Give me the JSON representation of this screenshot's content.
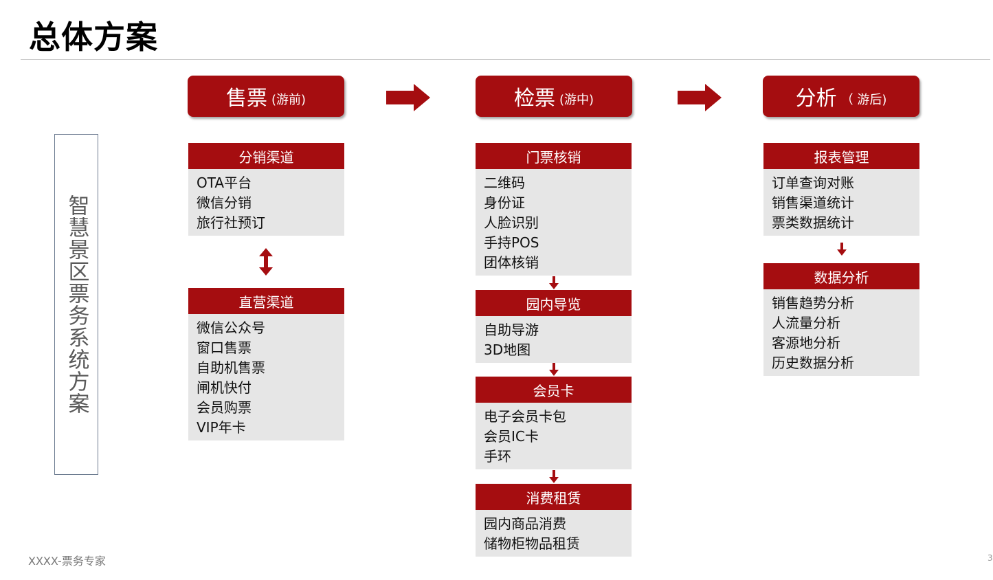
{
  "title": "总体方案",
  "side_label": "智慧景区票务系统方案",
  "stages": [
    {
      "main": "售票",
      "sub": "(游前)"
    },
    {
      "main": "检票",
      "sub": "(游中)"
    },
    {
      "main": "分析",
      "sub": "（ 游后)"
    }
  ],
  "col1": [
    {
      "head": "分销渠道",
      "items": [
        "OTA平台",
        "微信分销",
        "旅行社预订"
      ]
    },
    {
      "head": "直营渠道",
      "items": [
        "微信公众号",
        "窗口售票",
        "自助机售票",
        "闸机快付",
        "会员购票",
        "VIP年卡"
      ]
    }
  ],
  "col2": [
    {
      "head": "门票核销",
      "items": [
        "二维码",
        "身份证",
        "人脸识别",
        "手持POS",
        "团体核销"
      ]
    },
    {
      "head": "园内导览",
      "items": [
        "自助导游",
        "3D地图"
      ]
    },
    {
      "head": "会员卡",
      "items": [
        "电子会员卡包",
        "会员IC卡",
        "手环"
      ]
    },
    {
      "head": "消费租赁",
      "items": [
        "园内商品消费",
        "储物柜物品租赁"
      ]
    }
  ],
  "col3": [
    {
      "head": "报表管理",
      "items": [
        "订单查询对账",
        "销售渠道统计",
        "票类数据统计"
      ]
    },
    {
      "head": "数据分析",
      "items": [
        "销售趋势分析",
        "人流量分析",
        "客源地分析",
        "历史数据分析"
      ]
    }
  ],
  "footer": "XXXX-票务专家",
  "page_number": "3",
  "colors": {
    "accent": "#a50d10",
    "card_bg": "#e6e6e6"
  }
}
